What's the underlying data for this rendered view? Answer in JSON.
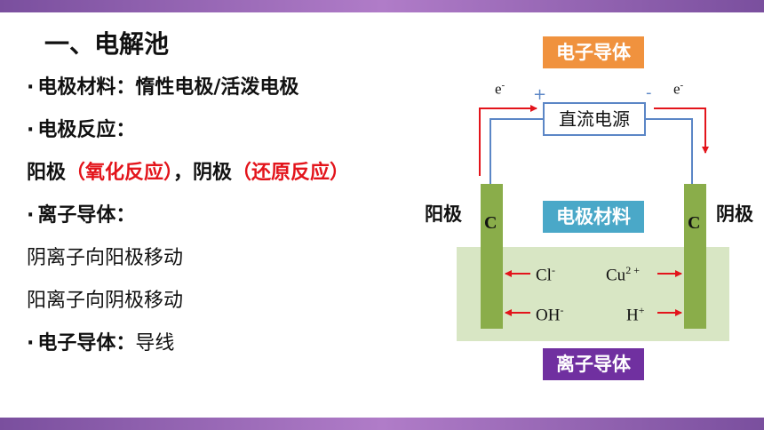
{
  "title": "一、电解池",
  "lines": {
    "l1_bullet": "·",
    "l1_label": "电极材料：",
    "l1_value": "惰性电极/活泼电极",
    "l2_bullet": "·",
    "l2_label": "电极反应：",
    "l3_a": "阳极",
    "l3_b": "（氧化反应）",
    "l3_c": "，阴极",
    "l3_d": "（还原反应）",
    "l4_bullet": "·",
    "l4_label": "离子导体：",
    "l5": "阴离子向阳极移动",
    "l6": "阳离子向阴极移动",
    "l7_bullet": "·",
    "l7_label": "电子导体：",
    "l7_value": "导线"
  },
  "diagram": {
    "electron_conductor": "电子导体",
    "electrode_material": "电极材料",
    "ion_conductor": "离子导体",
    "power_source": "直流电源",
    "anode_label": "阳极",
    "cathode_label": "阴极",
    "electrode_left": "C",
    "electrode_right": "C",
    "e_left": "e",
    "e_right": "e",
    "e_sup": "-",
    "plus": "+",
    "minus": "-",
    "cl": "Cl",
    "cl_sup": "-",
    "cu": "Cu",
    "cu_sup": "2 +",
    "oh": "OH",
    "oh_sup": "-",
    "h": "H",
    "h_sup": "+"
  },
  "colors": {
    "electron_conductor_bg": "#f0923e",
    "electrode_material_bg": "#4aa8c8",
    "ion_conductor_bg": "#7030a0",
    "electrode_fill": "#8aad4a",
    "electrolyte_fill": "#d8e6c4",
    "wire": "#5b86c6",
    "arrow": "#e3141b"
  }
}
